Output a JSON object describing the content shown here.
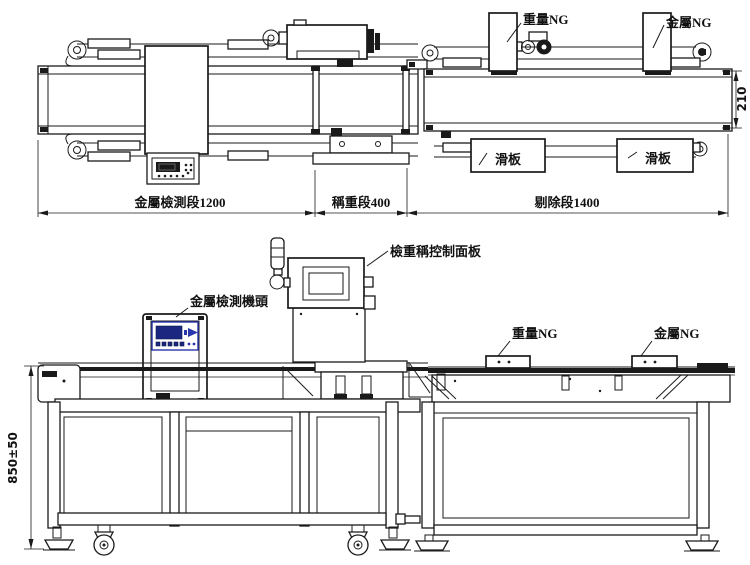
{
  "drawing": {
    "background": "#ffffff",
    "line_color": "#1a1a1a",
    "display_blue": "#2a36ae",
    "lcd_blue": "#1b2680",
    "top_view": {
      "callouts": {
        "weight_ng": "重量NG",
        "metal_ng": "金屬NG",
        "slide_plate_left": "滑板",
        "slide_plate_right": "滑板"
      },
      "dimensions": {
        "belt_width": "210",
        "metal_detect_section": "金屬檢測段1200",
        "weigh_section": "稱重段400",
        "reject_section": "剔除段1400"
      }
    },
    "side_view": {
      "callouts": {
        "checkweigher_panel": "檢重稱控制面板",
        "metal_detector_head": "金屬檢測機頭",
        "weight_ng": "重量NG",
        "metal_ng": "金屬NG"
      },
      "dimensions": {
        "belt_height": "850±50"
      }
    }
  }
}
